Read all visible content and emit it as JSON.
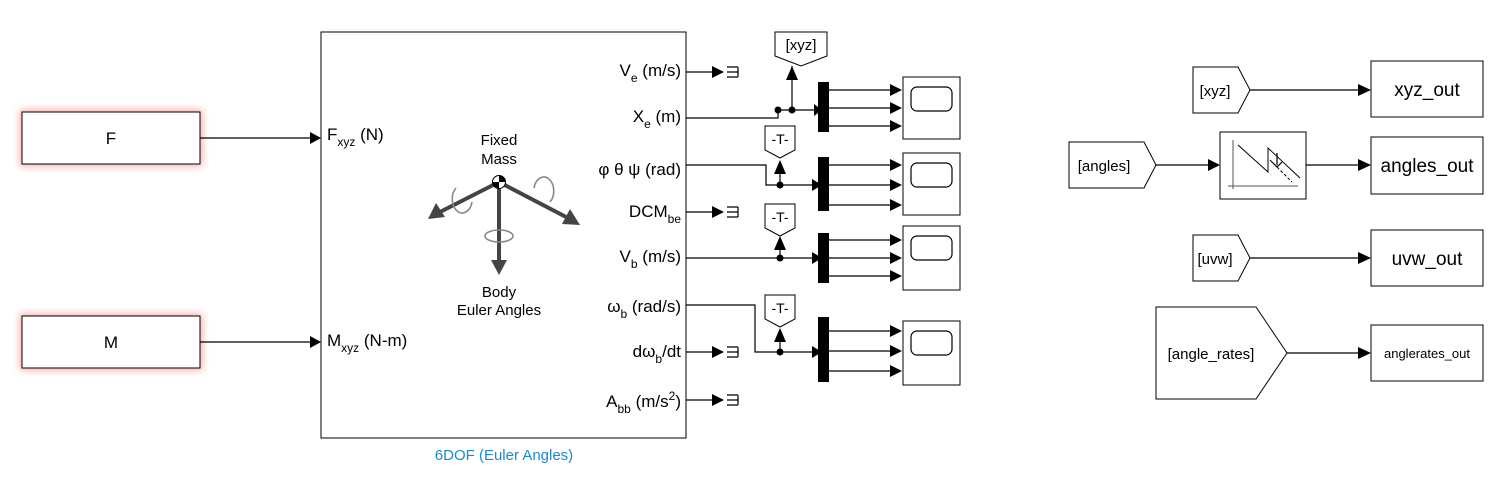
{
  "inputs": {
    "force_label": "F",
    "moment_label": "M"
  },
  "main_block": {
    "title": "6DOF (Euler Angles)",
    "icon_fixed": "Fixed",
    "icon_mass": "Mass",
    "icon_body": "Body",
    "icon_euler": "Euler Angles",
    "in_force": {
      "main": "F",
      "sub": "xyz",
      "unit": " (N)"
    },
    "in_moment": {
      "main": "M",
      "sub": "xyz",
      "unit": " (N-m)"
    },
    "out_ve": {
      "main": "V",
      "sub": "e",
      "unit": " (m/s)"
    },
    "out_xe": {
      "main": "X",
      "sub": "e",
      "unit": " (m)"
    },
    "out_euler": {
      "text": "φ θ ψ (rad)"
    },
    "out_dcm": {
      "main": "DCM",
      "sub": "be"
    },
    "out_vb": {
      "main": "V",
      "sub": "b",
      "unit": " (m/s)"
    },
    "out_wb": {
      "main": "ω",
      "sub": "b",
      "unit": " (rad/s)"
    },
    "out_dwb": {
      "pre": "dω",
      "sub": "b",
      "post": "/dt"
    },
    "out_abb": {
      "main": "A",
      "sub": "bb",
      "unit": " (m/s",
      "sup": "2",
      "close": ")"
    }
  },
  "goto_tags": {
    "xyz": "[xyz]",
    "t": "-T-"
  },
  "from_tags": {
    "xyz": "[xyz]",
    "angles": "[angles]",
    "uvw": "[uvw]",
    "angle_rates": "[angle_rates]"
  },
  "outports": {
    "xyz": "xyz_out",
    "angles": "angles_out",
    "uvw": "uvw_out",
    "anglerates": "anglerates_out"
  },
  "colors": {
    "highlight": "#e8393a",
    "title": "#1a8ad4"
  },
  "icons": [
    "scope-icon",
    "zero-order-hold-icon",
    "terminator-icon",
    "mux-icon"
  ]
}
